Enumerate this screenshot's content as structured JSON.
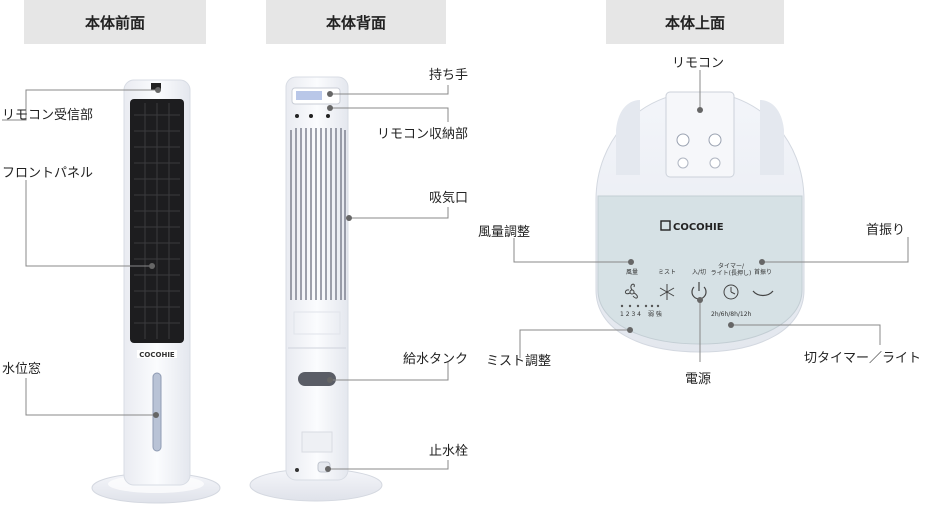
{
  "headers": {
    "front": "本体前面",
    "back": "本体背面",
    "top": "本体上面"
  },
  "front_labels": {
    "remote_receiver": "リモコン受信部",
    "front_panel": "フロントパネル",
    "water_window": "水位窓"
  },
  "back_labels": {
    "handle": "持ち手",
    "remote_storage": "リモコン収納部",
    "air_intake": "吸気口",
    "water_tank": "給水タンク",
    "drain_plug": "止水栓"
  },
  "top_labels": {
    "remote": "リモコン",
    "fan_speed": "風量調整",
    "swing": "首振り",
    "mist": "ミスト調整",
    "power": "電源",
    "timer_light": "切タイマー／ライト"
  },
  "brand": {
    "front_logo": "COCOHIE",
    "top_logo": "COCOHIE"
  },
  "top_panel": {
    "btn_fan": "風量",
    "btn_mist": "ミスト",
    "btn_power": "入/切",
    "btn_timer_1": "タイマー/",
    "btn_timer_2": "ライト(長押し)",
    "btn_swing": "首振り",
    "levels": "1  2  3  4",
    "weak_strong": "弱 強",
    "timer_values": "2h/6h/8h/12h"
  },
  "colors": {
    "header_bg": "#e6e6e6",
    "leader_line": "#888888",
    "dot": "#666666",
    "body_white": "#f7f8fb",
    "grille_dark": "#1d1d1f",
    "panel_tint": "#d6e1e5"
  }
}
